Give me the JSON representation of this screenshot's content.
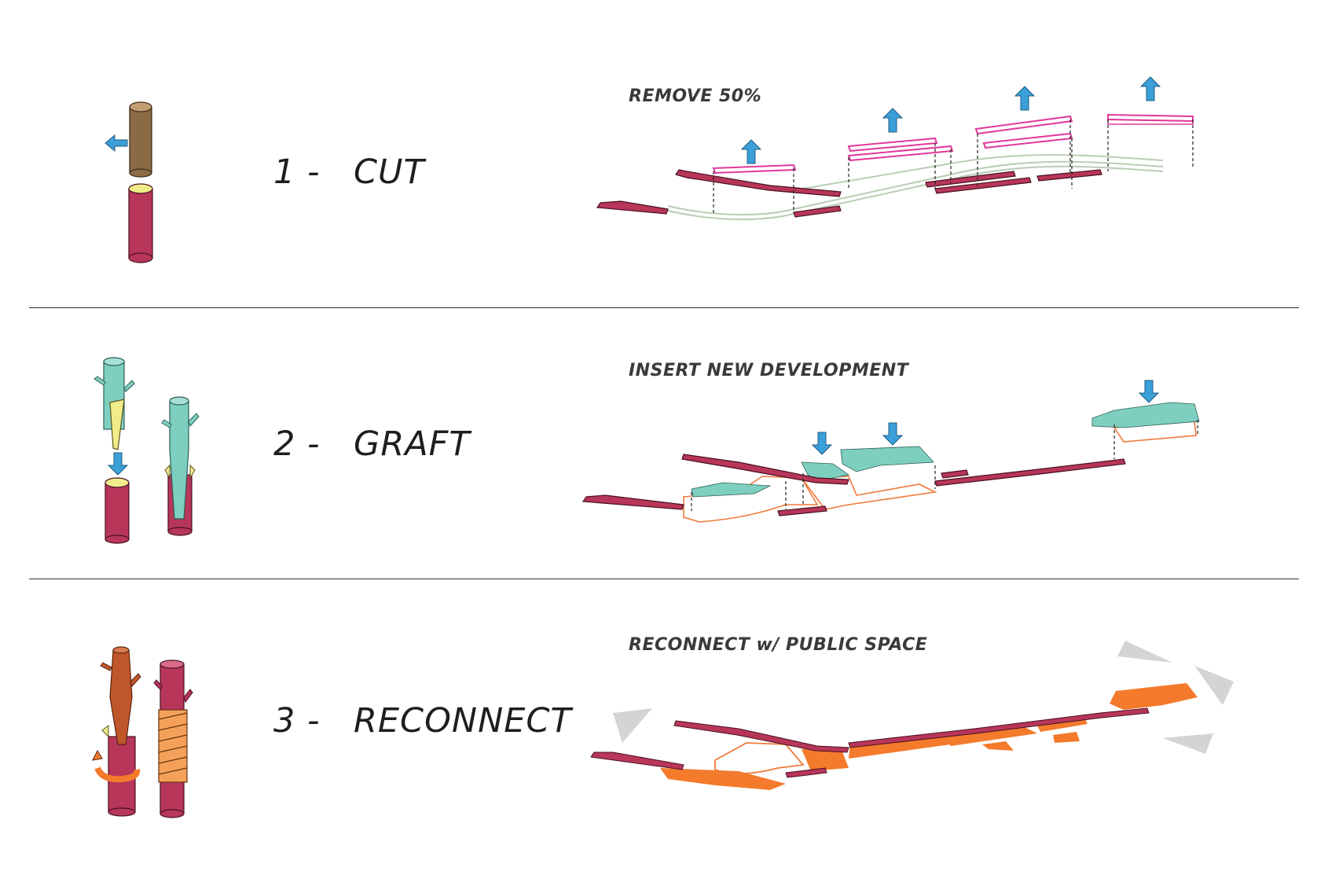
{
  "colors": {
    "existing": "#b7365a",
    "existing_dark": "#8a2040",
    "removed": "#e0389a",
    "ghost": "#b9cdb4",
    "bark": "#8b6b45",
    "graft": "#7fcfc0",
    "cut_face": "#f1ec8a",
    "new_outline": "#f07a3a",
    "public": "#f47a2c",
    "arrow": "#3b9fd8",
    "triangle": "#d4d4d4"
  },
  "steps": [
    {
      "number": "1 -",
      "name": "CUT",
      "label": "REMOVE 50%"
    },
    {
      "number": "2 -",
      "name": "GRAFT",
      "label": "INSERT NEW DEVELOPMENT"
    },
    {
      "number": "3 -",
      "name": "RECONNECT",
      "label": "RECONNECT w/ PUBLIC SPACE"
    }
  ]
}
